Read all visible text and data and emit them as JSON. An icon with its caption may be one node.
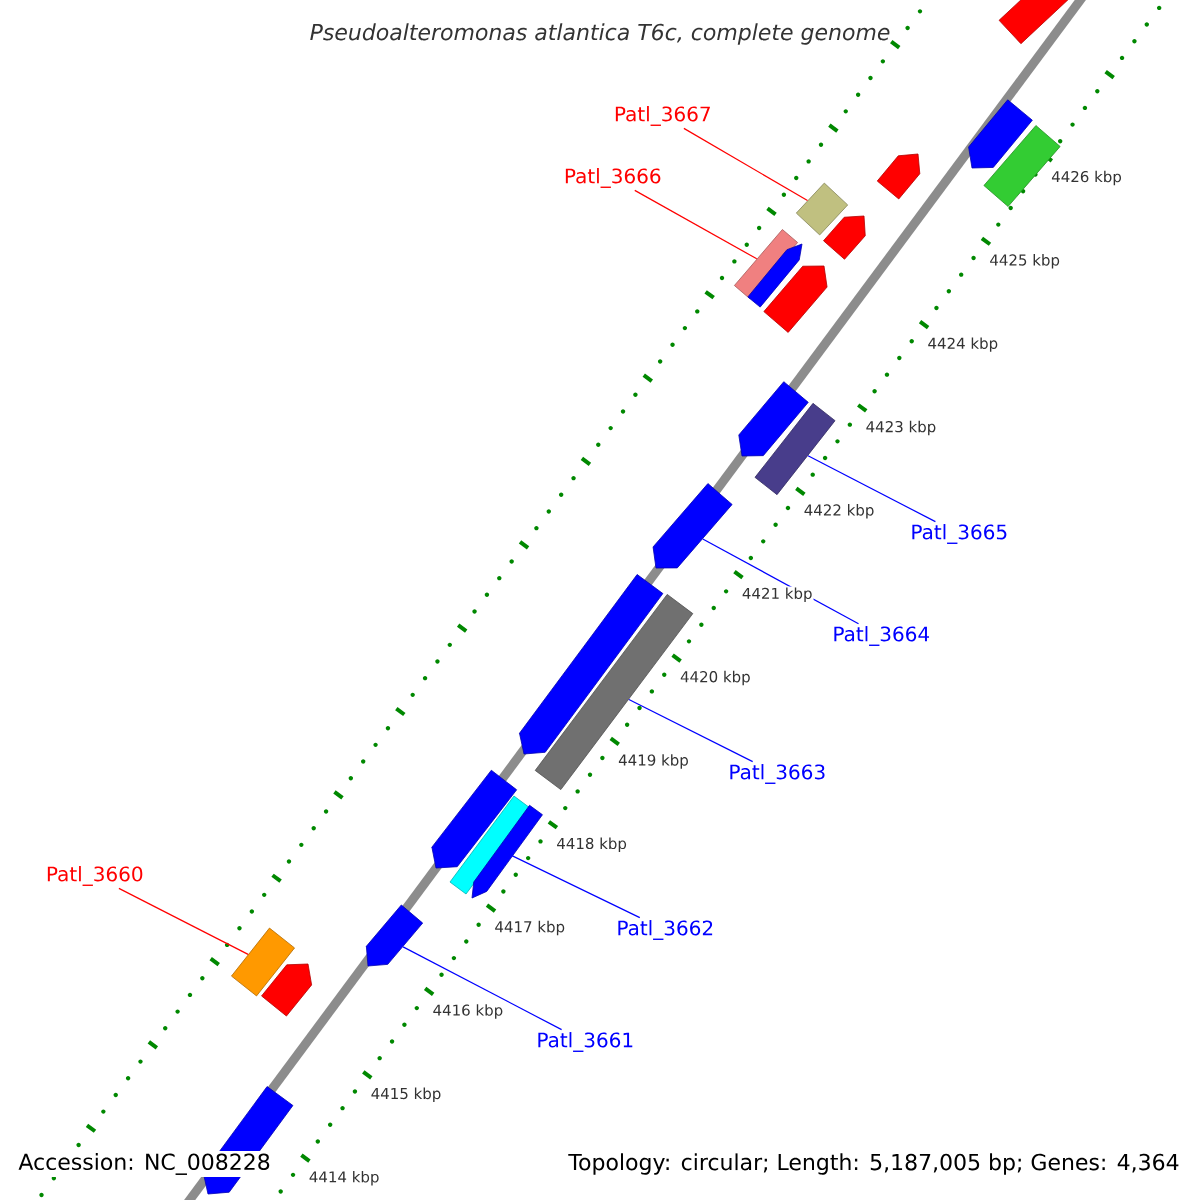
{
  "diagram": {
    "title": "Pseudoalteromonas atlantica T6c, complete genome",
    "nodes": [
      {
        "text": [
          "Patl_3667"
        ]
      },
      {
        "text": [
          "Patl_3666"
        ]
      },
      {
        "text": [
          "Patl_3665"
        ]
      },
      {
        "text": [
          "Patl_3664"
        ]
      },
      {
        "text": [
          "Patl_3663"
        ]
      },
      {
        "text": [
          "Patl_3662"
        ]
      },
      {
        "text": [
          "Patl_3661"
        ]
      },
      {
        "text": [
          "Patl_3660"
        ]
      },
      {
        "text": [],
        "shape": "arrow"
      },
      {
        "text": [],
        "shape": "arrow"
      },
      {
        "text": [],
        "shape": "bar"
      },
      {
        "text": [],
        "shape": "arrow"
      },
      {
        "text": [],
        "shape": "bar"
      },
      {
        "text": [],
        "shape": "arrow"
      },
      {
        "text": [],
        "shape": "bar"
      },
      {
        "text": [],
        "shape": "arrow"
      },
      {
        "text": [],
        "shape": "arrow"
      },
      {
        "text": [],
        "shape": "arrow"
      },
      {
        "text": [],
        "shape": "bar"
      },
      {
        "text": [],
        "shape": "arrow"
      },
      {
        "text": [],
        "shape": "arrow"
      },
      {
        "text": [],
        "shape": "bar"
      },
      {
        "text": [],
        "shape": "arrow"
      },
      {
        "text": [],
        "shape": "bar"
      },
      {
        "text": [],
        "shape": "arrow"
      },
      {
        "text": [],
        "shape": "arrow"
      },
      {
        "text": [],
        "shape": "bar"
      },
      {
        "text": [],
        "shape": "arrow"
      },
      {
        "text": [],
        "shape": "arrow"
      }
    ],
    "edges": [
      {
        "from": 0,
        "to": 12,
        "arrow": "none",
        "color": "#ff0000"
      },
      {
        "from": 1,
        "to": 14,
        "arrow": "none",
        "color": "#ff0000"
      },
      {
        "from": 2,
        "to": 18,
        "arrow": "none"
      },
      {
        "from": 3,
        "to": 19,
        "arrow": "none"
      },
      {
        "from": 4,
        "to": 21,
        "arrow": "none"
      },
      {
        "from": 5,
        "to": 23,
        "arrow": "none"
      },
      {
        "from": 6,
        "to": 25,
        "arrow": "none"
      },
      {
        "from": 7,
        "to": 26,
        "arrow": "none",
        "color": "#ff0000"
      }
    ],
    "labels": [
      "4426 kbp",
      "4425 kbp",
      "4424 kbp",
      "4423 kbp",
      "4422 kbp",
      "4421 kbp",
      "4420 kbp",
      "4419 kbp",
      "4418 kbp",
      "4417 kbp",
      "4416 kbp",
      "4415 kbp",
      "4414 kbp",
      "Accession: NC_008228",
      "Topology: circular; Length: 5,187,005 bp; Genes: 4,364"
    ]
  }
}
